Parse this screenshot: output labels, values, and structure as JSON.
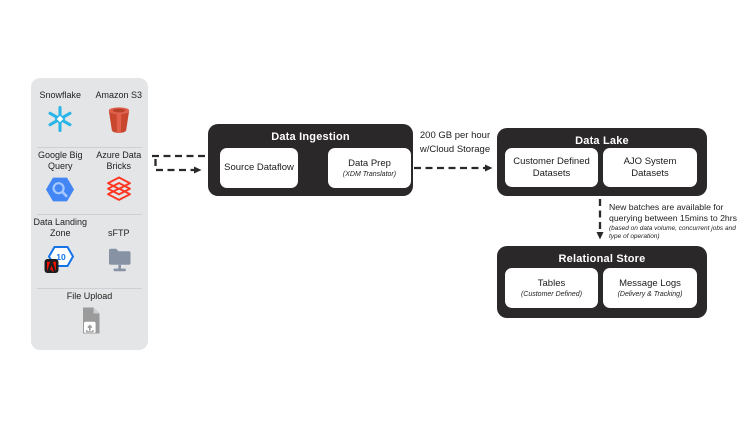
{
  "sources_panel": {
    "items": [
      {
        "label": "Snowflake",
        "icon": "snowflake-icon"
      },
      {
        "label": "Amazon S3",
        "icon": "amazon-s3-icon"
      },
      {
        "label": "Google Big Query",
        "icon": "google-bigquery-icon"
      },
      {
        "label": "Azure Data Bricks",
        "icon": "azure-databricks-icon"
      },
      {
        "label": "Data Landing Zone",
        "icon": "data-landing-zone-icon",
        "icon_digits": "10"
      },
      {
        "label": "sFTP",
        "icon": "sftp-folder-icon"
      },
      {
        "label": "File Upload",
        "icon": "file-upload-icon"
      }
    ]
  },
  "ingestion": {
    "title": "Data Ingestion",
    "nodes": [
      {
        "label": "Source Dataflow"
      },
      {
        "label": "Data Prep",
        "sublabel": "(XDM Translator)"
      }
    ]
  },
  "data_lake": {
    "title": "Data Lake",
    "nodes": [
      {
        "label": "Customer Defined Datasets"
      },
      {
        "label": "AJO System Datasets"
      }
    ]
  },
  "relational_store": {
    "title": "Relational Store",
    "nodes": [
      {
        "label": "Tables",
        "sublabel": "(Customer Defined)"
      },
      {
        "label": "Message Logs",
        "sublabel": "(Delivery & Tracking)"
      }
    ]
  },
  "edges": {
    "ingestion_to_lake": {
      "line1": "200 GB per hour",
      "line2": "w/Cloud Storage"
    },
    "lake_to_store_note": {
      "line1": "New batches are available for",
      "line2": "querying between 15mins to 2hrs",
      "detail1": "(based on data volume, concurrent jobs and",
      "detail2": "type of operation)"
    }
  },
  "colors": {
    "group_box": "#2B2829",
    "sidebar_bg": "#E3E5E7",
    "snowflake_blue": "#29B5E8",
    "s3_red": "#CE4B35",
    "bigquery_blue": "#4285F4",
    "databricks_red": "#FF3621",
    "landing_zone_blue": "#1473E6",
    "adobe_red": "#EB1000",
    "sftp_gray": "#8793A5",
    "upload_gray": "#9B9B9B"
  }
}
